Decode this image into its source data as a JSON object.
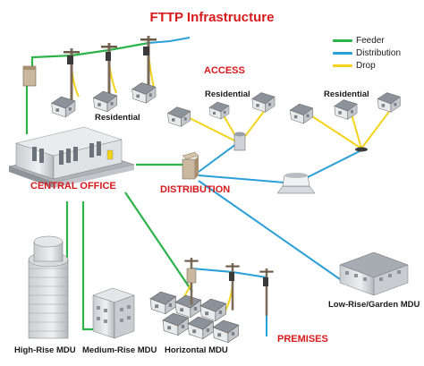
{
  "title": "FTTP Infrastructure",
  "legend": [
    {
      "label": "Feeder",
      "color": "#2db34a"
    },
    {
      "label": "Distribution",
      "color": "#2a9fd8"
    },
    {
      "label": "Drop",
      "color": "#f5d31d"
    }
  ],
  "labels": {
    "access": "ACCESS",
    "central_office": "CENTRAL OFFICE",
    "distribution": "DISTRIBUTION",
    "premises": "PREMISES",
    "residential_left": "Residential",
    "residential_mid": "Residential",
    "residential_right": "Residential",
    "high_rise": "High-Rise MDU",
    "medium_rise": "Medium-Rise MDU",
    "horizontal": "Horizontal MDU",
    "low_rise": "Low-Rise/Garden MDU"
  },
  "colors": {
    "feeder": "#2db34a",
    "distribution": "#2a9fd8",
    "drop": "#f5d31d",
    "label_red": "#d7191c"
  }
}
